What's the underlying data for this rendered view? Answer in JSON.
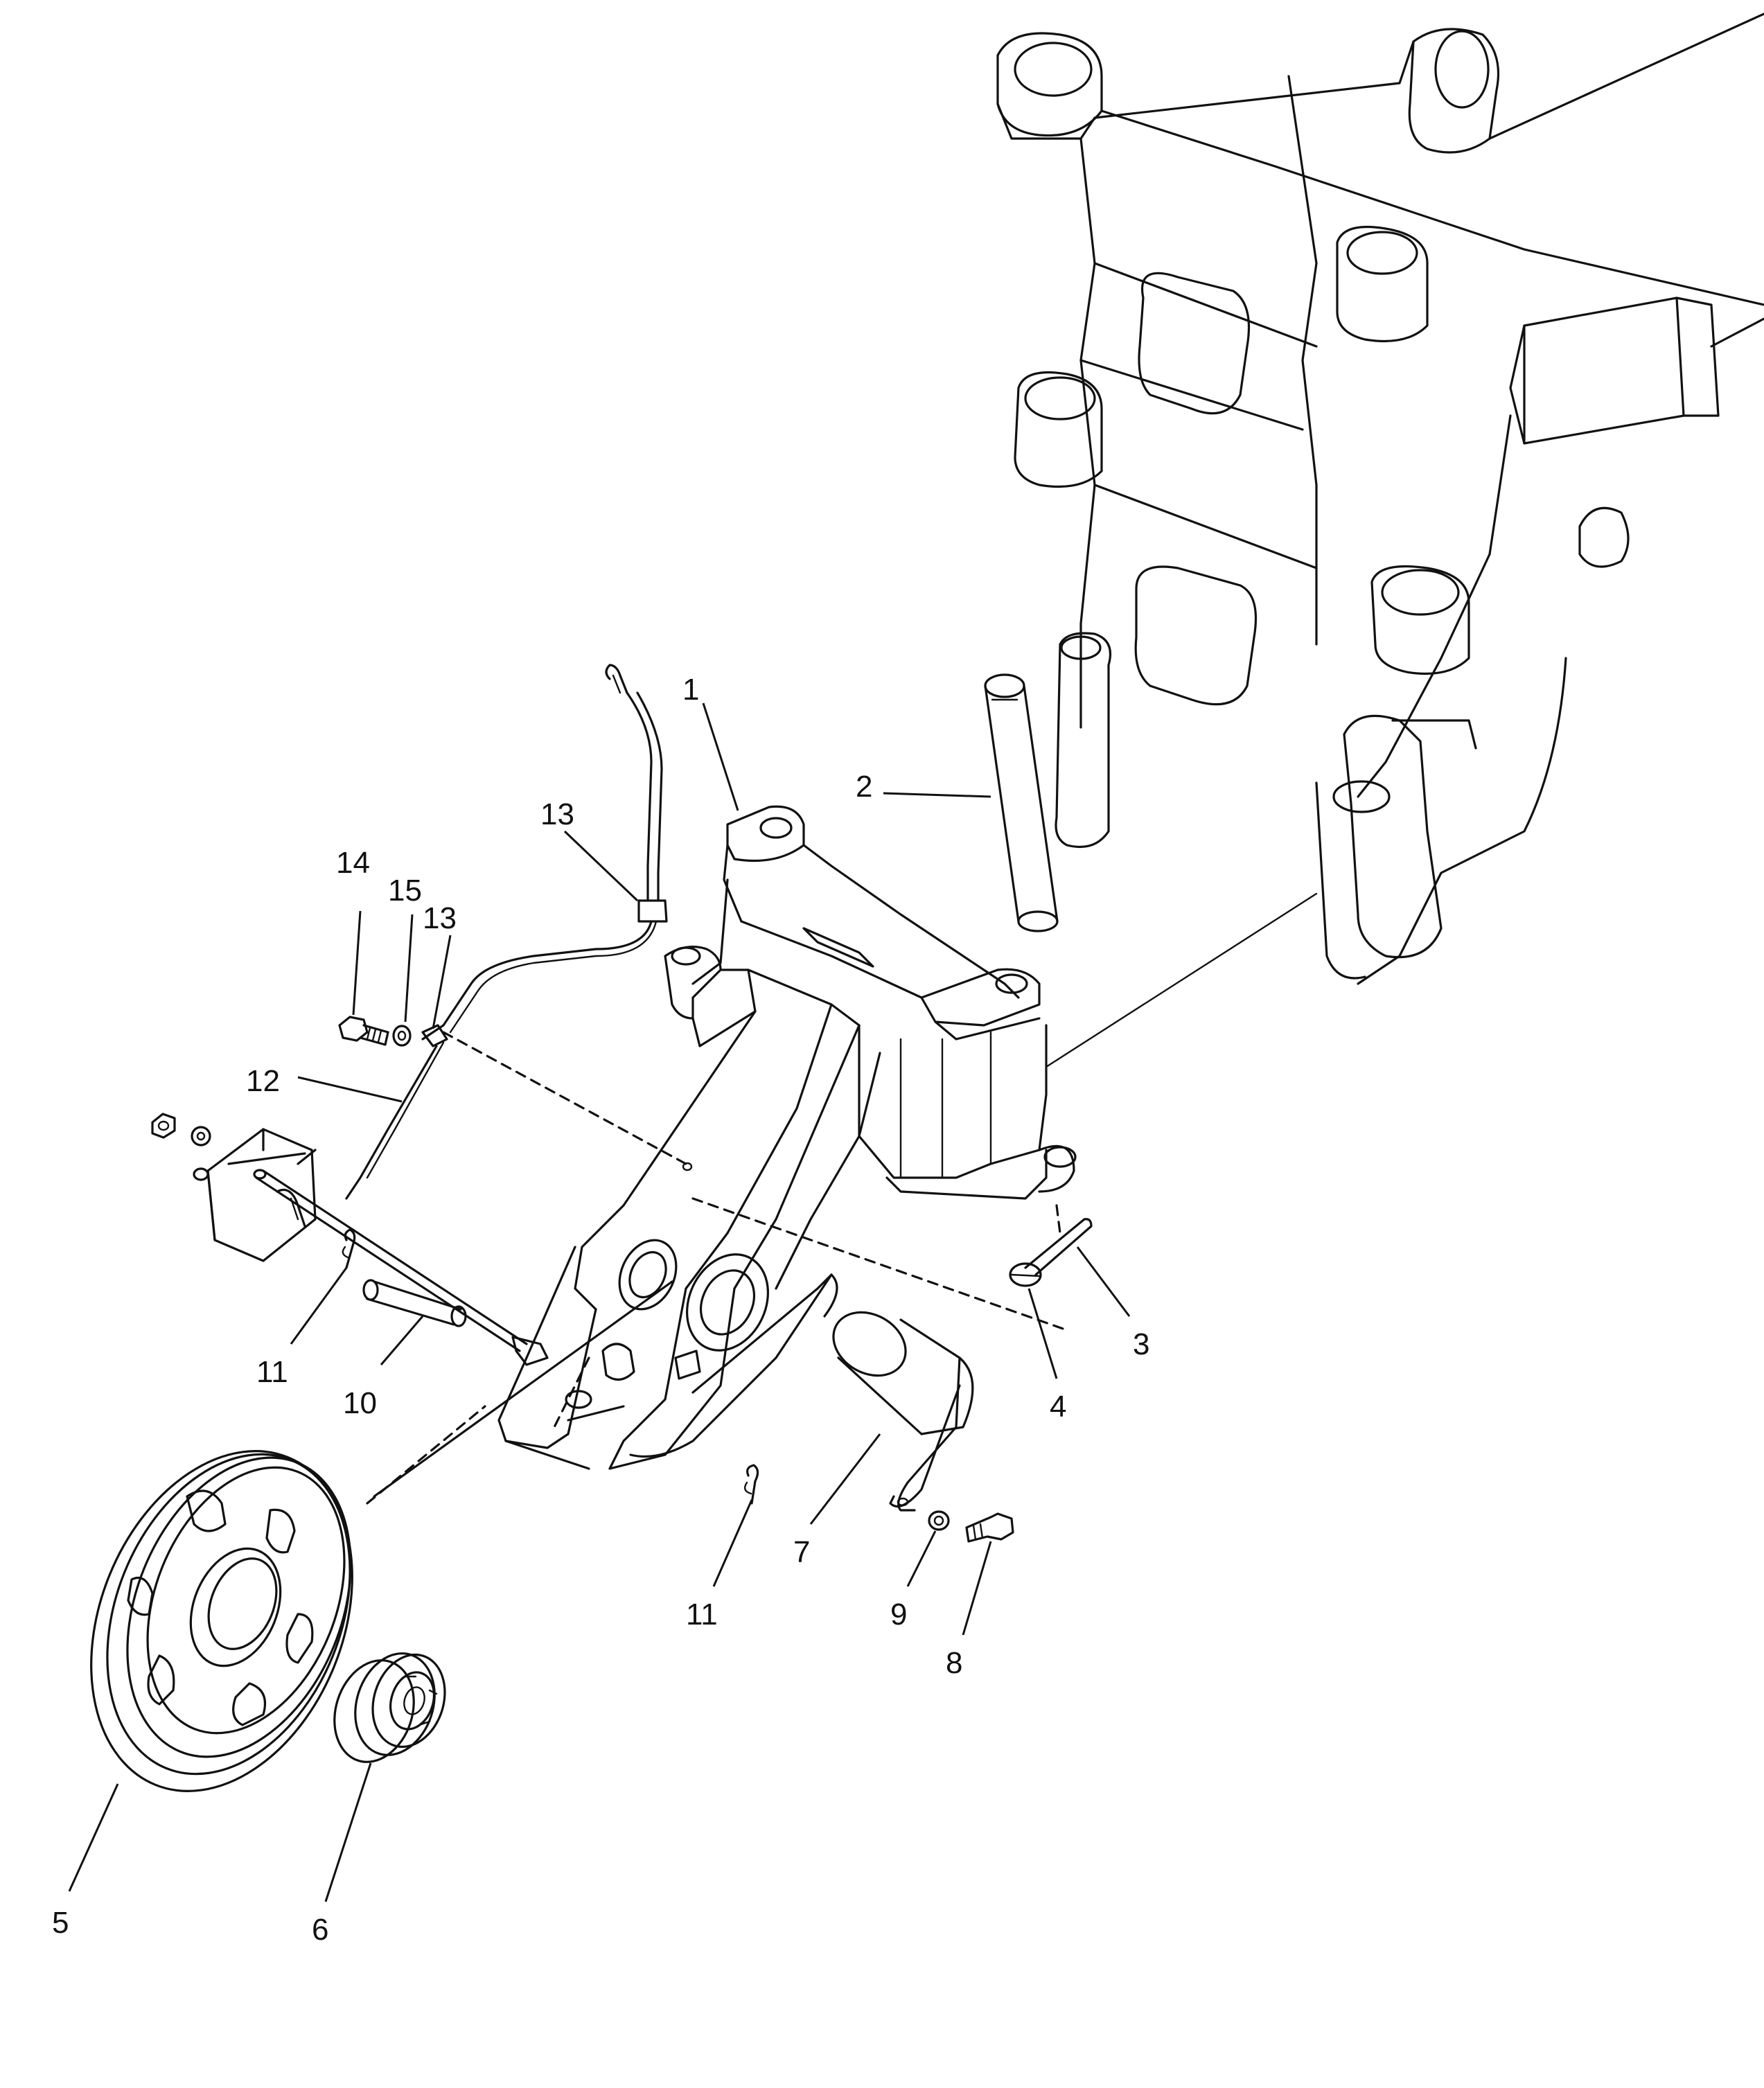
{
  "callouts": [
    {
      "id": "c1",
      "text": "1"
    },
    {
      "id": "c2",
      "text": "2"
    },
    {
      "id": "c3",
      "text": "3"
    },
    {
      "id": "c4",
      "text": "4"
    },
    {
      "id": "c5",
      "text": "5"
    },
    {
      "id": "c6",
      "text": "6"
    },
    {
      "id": "c7",
      "text": "7"
    },
    {
      "id": "c8",
      "text": "8"
    },
    {
      "id": "c9",
      "text": "9"
    },
    {
      "id": "c10",
      "text": "10"
    },
    {
      "id": "c11a",
      "text": "11"
    },
    {
      "id": "c11b",
      "text": "11"
    },
    {
      "id": "c12",
      "text": "12"
    },
    {
      "id": "c13a",
      "text": "13"
    },
    {
      "id": "c13b",
      "text": "13"
    },
    {
      "id": "c14",
      "text": "14"
    },
    {
      "id": "c15",
      "text": "15"
    }
  ]
}
